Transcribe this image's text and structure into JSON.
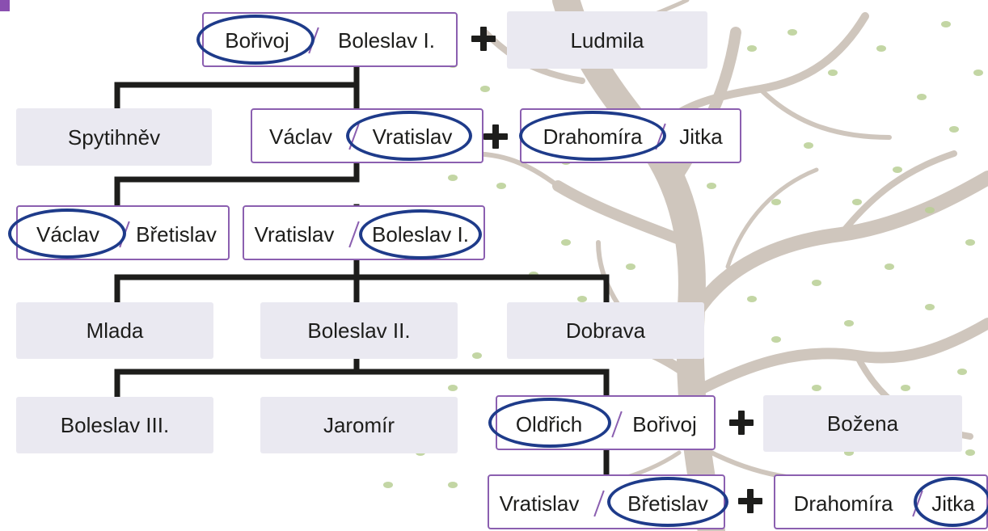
{
  "tree": {
    "row1": {
      "pair_a": {
        "first": "Bořivoj",
        "second": "Boleslav I."
      },
      "spouse": "Ludmila"
    },
    "row2": {
      "left": "Spytihněv",
      "pair_a": {
        "first": "Václav",
        "second": "Vratislav"
      },
      "pair_b": {
        "first": "Drahomíra",
        "second": "Jitka"
      }
    },
    "row3": {
      "pair_a": {
        "first": "Václav",
        "second": "Břetislav"
      },
      "pair_b": {
        "first": "Vratislav",
        "second": "Boleslav I."
      }
    },
    "row4": {
      "left": "Mlada",
      "middle": "Boleslav II.",
      "right": "Dobrava"
    },
    "row5": {
      "left": "Boleslav III.",
      "middle": "Jaromír",
      "pair_a": {
        "first": "Oldřich",
        "second": "Bořivoj"
      },
      "spouse": "Božena"
    },
    "row6": {
      "pair_a": {
        "first": "Vratislav",
        "second": "Břetislav"
      },
      "pair_b": {
        "first": "Drahomíra",
        "second": "Jitka"
      }
    }
  },
  "colors": {
    "connector": "#1d1d1b",
    "box_border": "#8b5fb0",
    "box_fill": "#eae9f1",
    "highlight_ring": "#1e3b8a",
    "corner_mark": "#8a4fb0"
  }
}
